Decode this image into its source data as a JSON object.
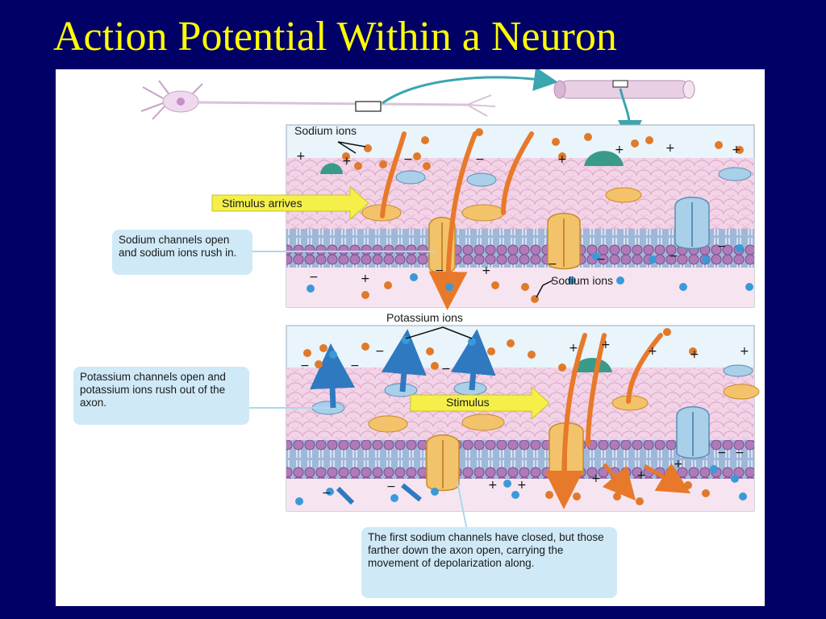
{
  "slide": {
    "title": "Action Potential Within a Neuron"
  },
  "figure": {
    "top_panel": {
      "sodium_ions_top_label": "Sodium ions",
      "stimulus_label": "Stimulus arrives",
      "callout": "Sodium channels open and sodium ions rush in.",
      "sodium_ions_bottom_label": "Sodium ions"
    },
    "bottom_panel": {
      "potassium_label": "Potassium ions",
      "stimulus_label": "Stimulus",
      "callout_left": "Potassium channels open and potassium ions rush out of the axon.",
      "callout_bottom": "The first sodium channels have closed, but those farther down the axon open, carrying the movement of depolarization along."
    },
    "colors": {
      "background": "#000066",
      "title": "#ffff00",
      "sodium_ion": "#e07a2a",
      "potassium_ion": "#3a9ad9",
      "callout": "#cfe9f7",
      "stimulus_arrow": "#f5ef4a",
      "sodium_channel": "#f3c36b",
      "potassium_channel": "#a9cfe9",
      "membrane_heads": "#b07ab8"
    }
  }
}
